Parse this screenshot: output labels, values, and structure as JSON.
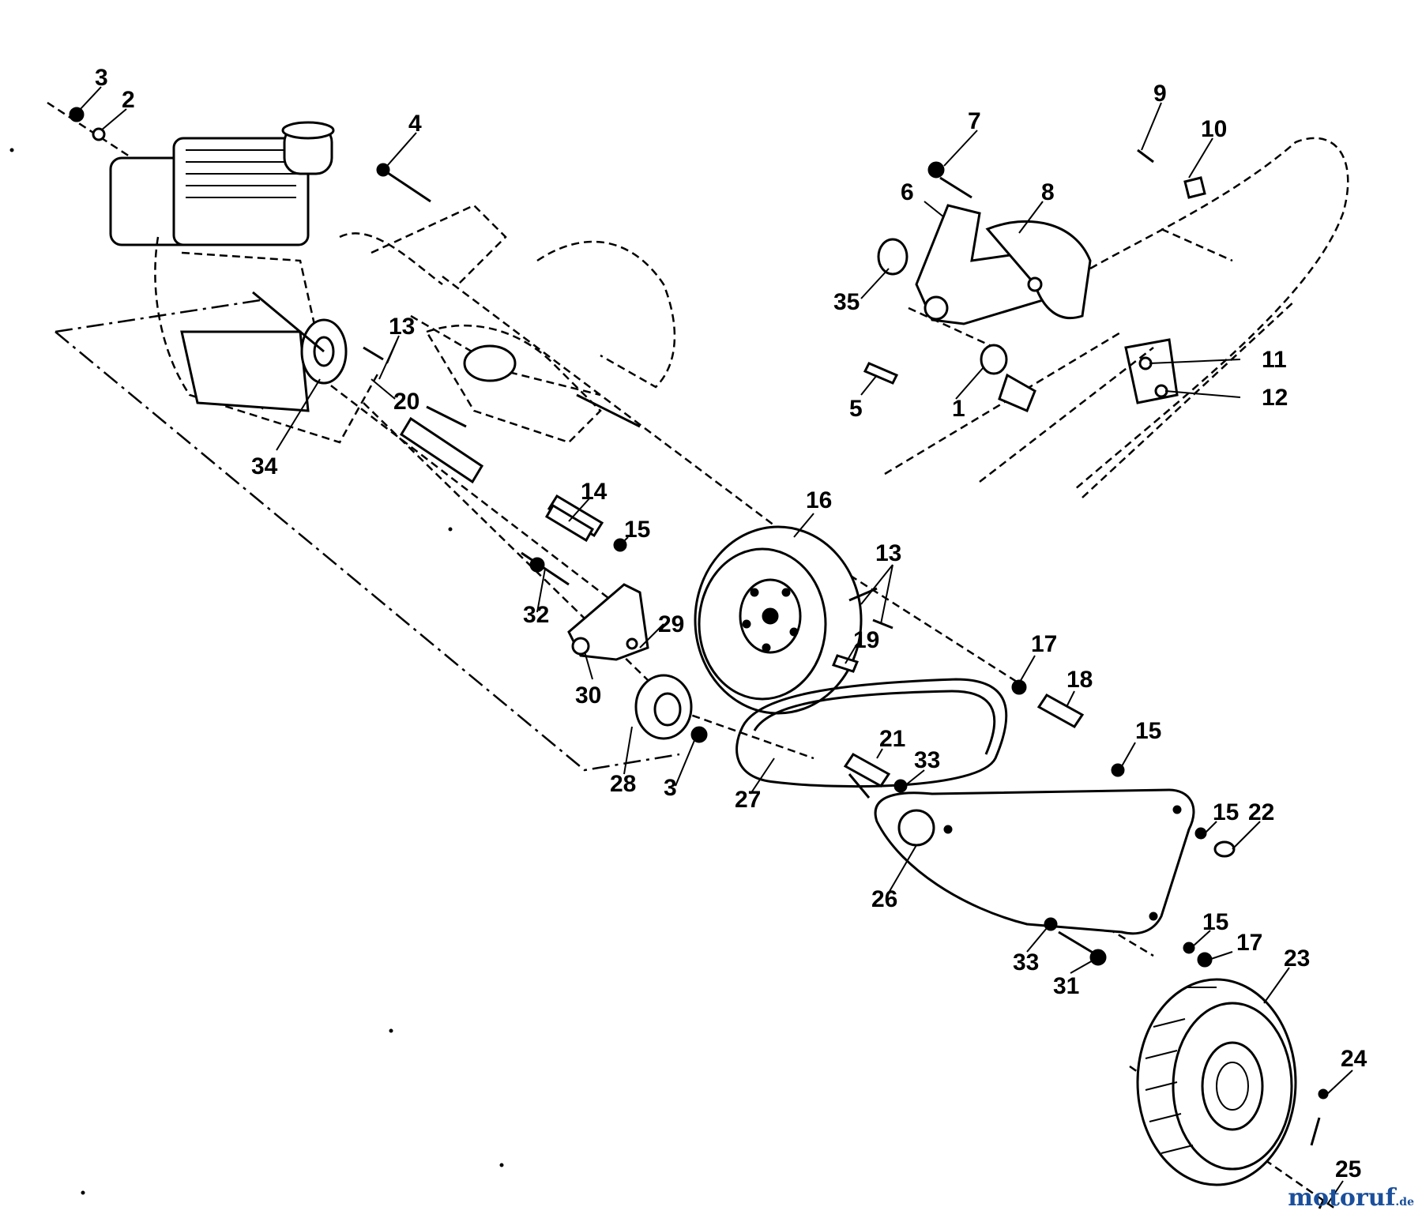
{
  "diagram": {
    "callouts": [
      "3",
      "2",
      "4",
      "7",
      "6",
      "8",
      "9",
      "10",
      "35",
      "13",
      "11",
      "12",
      "5",
      "1",
      "20",
      "34",
      "14",
      "16",
      "15",
      "13",
      "32",
      "29",
      "19",
      "30",
      "17",
      "18",
      "15",
      "21",
      "33",
      "28",
      "3",
      "27",
      "15",
      "22",
      "26",
      "33",
      "31",
      "15",
      "17",
      "23",
      "24",
      "25"
    ]
  },
  "watermark": {
    "brand": "motoruf",
    "suffix": ".de"
  }
}
